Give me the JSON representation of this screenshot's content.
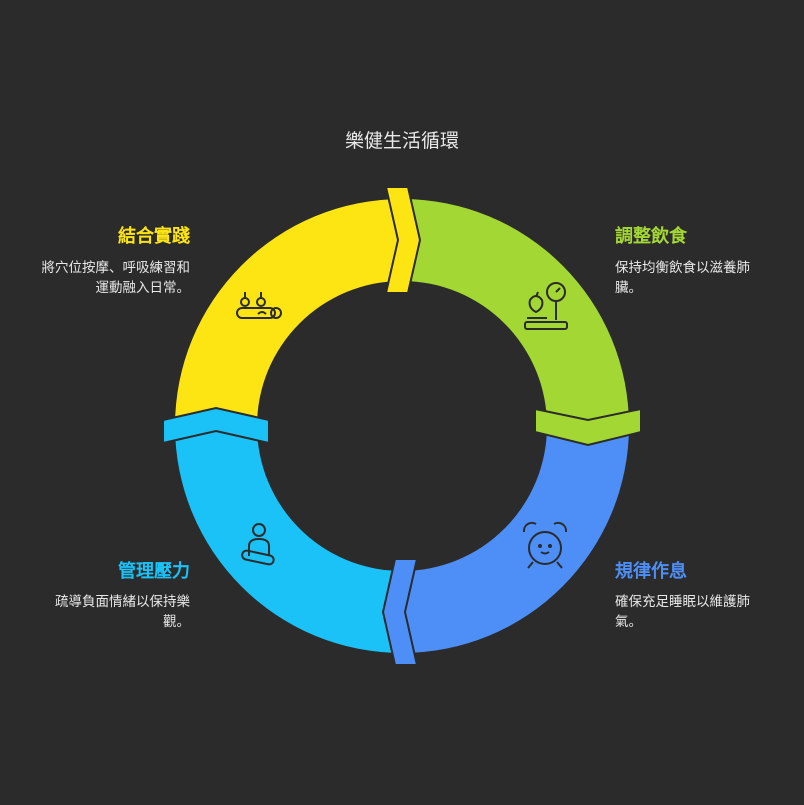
{
  "title": "樂健生活循環",
  "colors": {
    "yellow": "#fde514",
    "green": "#a3d733",
    "blue": "#4d8ff6",
    "cyan": "#1ac2f8"
  },
  "steps": [
    {
      "heading": "結合實踐",
      "desc": "將穴位按摩、呼吸練習和運動融入日常。",
      "icon": "acupuncture-massage-icon"
    },
    {
      "heading": "調整飲食",
      "desc": "保持均衡飲食以滋養肺臟。",
      "icon": "apple-scale-icon"
    },
    {
      "heading": "規律作息",
      "desc": "確保充足睡眠以維護肺氣。",
      "icon": "alarm-clock-icon"
    },
    {
      "heading": "管理壓力",
      "desc": "疏導負面情緒以保持樂觀。",
      "icon": "meditation-icon"
    }
  ]
}
